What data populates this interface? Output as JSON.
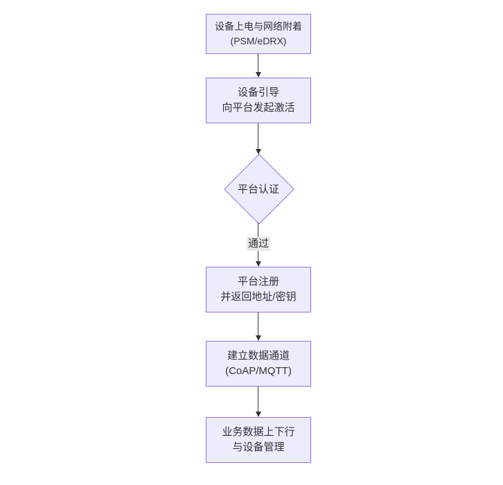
{
  "diagram": {
    "type": "flowchart",
    "direction": "top-down",
    "nodes": [
      {
        "id": "power-attach",
        "shape": "rect",
        "lines": [
          "设备上电与网络附着",
          "(PSM/eDRX)"
        ]
      },
      {
        "id": "bootstrap",
        "shape": "rect",
        "lines": [
          "设备引导",
          "向平台发起激活"
        ]
      },
      {
        "id": "platform-auth",
        "shape": "diamond",
        "lines": [
          "平台认证"
        ]
      },
      {
        "id": "register",
        "shape": "rect",
        "lines": [
          "平台注册",
          "并返回地址/密钥"
        ]
      },
      {
        "id": "data-channel",
        "shape": "rect",
        "lines": [
          "建立数据通道",
          "(CoAP/MQTT)"
        ]
      },
      {
        "id": "business-data",
        "shape": "rect",
        "lines": [
          "业务数据上下行",
          "与设备管理"
        ]
      }
    ],
    "edges": [
      {
        "from": "power-attach",
        "to": "bootstrap",
        "label": ""
      },
      {
        "from": "bootstrap",
        "to": "platform-auth",
        "label": ""
      },
      {
        "from": "platform-auth",
        "to": "register",
        "label": "通过"
      },
      {
        "from": "register",
        "to": "data-channel",
        "label": ""
      },
      {
        "from": "data-channel",
        "to": "business-data",
        "label": ""
      }
    ],
    "colors": {
      "node_fill": "#ECECFF",
      "node_border": "#9370DB",
      "edge_line": "#333333",
      "edge_label_bg": "#e8e8e8",
      "text": "#333333",
      "background": "#ffffff"
    }
  }
}
